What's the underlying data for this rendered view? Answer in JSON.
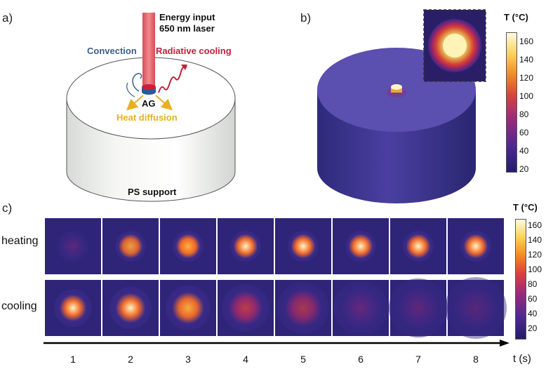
{
  "panel_labels": {
    "a": "a)",
    "b": "b)",
    "c": "c)"
  },
  "panel_a": {
    "energy_input": "Energy input",
    "laser": "650 nm laser",
    "convection": "Convection",
    "radiative_cooling": "Radiative cooling",
    "ag": "AG",
    "heat_diffusion": "Heat diffusion",
    "ps_support": "PS support",
    "colors": {
      "laser": "#e8696e",
      "convection": "#3a5f8a",
      "radiative": "#c0203a",
      "heat": "#e8b020"
    }
  },
  "colorbar_b": {
    "title": "T (°C)",
    "ticks": [
      "160",
      "140",
      "120",
      "100",
      "80",
      "60",
      "40",
      "20"
    ]
  },
  "colorbar_c": {
    "title": "T (°C)",
    "ticks": [
      "160",
      "140",
      "120",
      "100",
      "80",
      "60",
      "40",
      "20"
    ]
  },
  "panel_c": {
    "row_labels": {
      "heating": "heating",
      "cooling": "cooling"
    },
    "time_axis_label": "t (s)",
    "times": [
      "1",
      "2",
      "3",
      "4",
      "5",
      "6",
      "7",
      "8"
    ]
  }
}
